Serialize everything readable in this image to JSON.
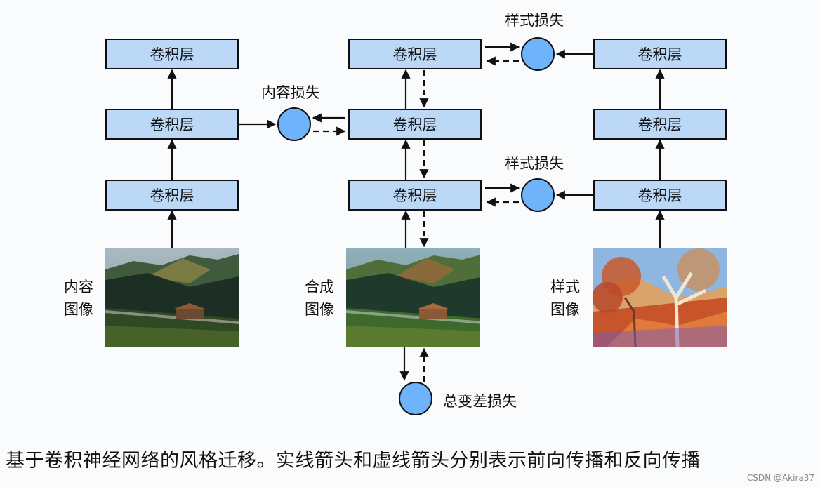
{
  "node_label": "卷积层",
  "content_loss": "内容损失",
  "style_loss": "样式损失",
  "tv_loss": "总变差损失",
  "content_image": {
    "line1": "内容",
    "line2": "图像"
  },
  "synth_image": {
    "line1": "合成",
    "line2": "图像"
  },
  "style_image": {
    "line1": "样式",
    "line2": "图像"
  },
  "caption": "基于卷积神经网络的风格迁移。实线箭头和虚线箭头分别表示前向传播和反向传播",
  "watermark": "CSDN @Akira37",
  "colors": {
    "box_fill": "#bcd8f7",
    "circle_fill": "#6fb4fb",
    "stroke": "#111111"
  }
}
